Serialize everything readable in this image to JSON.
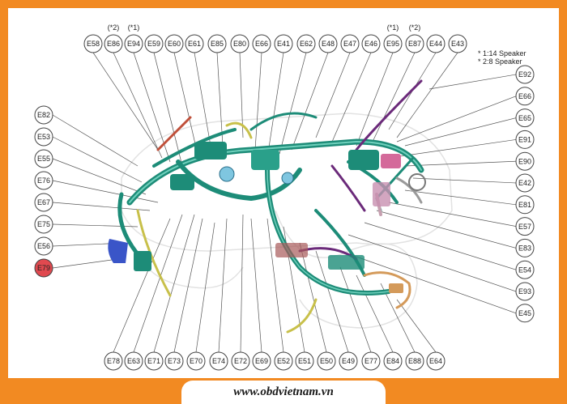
{
  "top_connectors": [
    {
      "id": "E58",
      "note": ""
    },
    {
      "id": "E86",
      "note": "(*2)"
    },
    {
      "id": "E94",
      "note": "(*1)"
    },
    {
      "id": "E59",
      "note": ""
    },
    {
      "id": "E60",
      "note": ""
    },
    {
      "id": "E61",
      "note": ""
    },
    {
      "id": "E85",
      "note": ""
    },
    {
      "id": "E80",
      "note": ""
    },
    {
      "id": "E66",
      "note": ""
    },
    {
      "id": "E41",
      "note": ""
    },
    {
      "id": "E62",
      "note": ""
    },
    {
      "id": "E48",
      "note": ""
    },
    {
      "id": "E47",
      "note": ""
    },
    {
      "id": "E46",
      "note": ""
    },
    {
      "id": "E95",
      "note": "(*1)"
    },
    {
      "id": "E87",
      "note": "(*2)"
    },
    {
      "id": "E44",
      "note": ""
    },
    {
      "id": "E43",
      "note": ""
    }
  ],
  "left_connectors": [
    "E82",
    "E53",
    "E55",
    "E76",
    "E67",
    "E75",
    "E56",
    "E79"
  ],
  "right_connectors": [
    "E92",
    "E66",
    "E65",
    "E91",
    "E90",
    "E42",
    "E81",
    "E57",
    "E83",
    "E54",
    "E93",
    "E45"
  ],
  "bottom_connectors": [
    "E78",
    "E63",
    "E71",
    "E73",
    "E70",
    "E74",
    "E72",
    "E69",
    "E52",
    "E51",
    "E50",
    "E49",
    "E77",
    "E84",
    "E88",
    "E64"
  ],
  "highlighted_connector": "E79",
  "legend": [
    "* 1:14 Speaker",
    "* 2:8 Speaker"
  ],
  "footer_url": "www.obdvietnam.vn",
  "colors": {
    "frame": "#f28a22",
    "harness": "#1d8c78",
    "highlight": "#e0494f",
    "purple_wire": "#6b2a7a",
    "yellow_wire": "#c8c04a",
    "blue_part": "#3a55c8",
    "pink_part": "#d46a9a",
    "tan_wire": "#d49a5a"
  }
}
